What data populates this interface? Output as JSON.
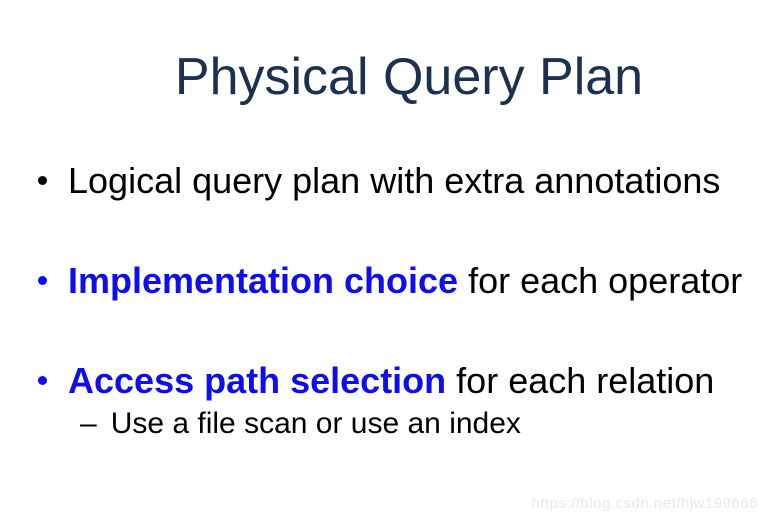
{
  "slide": {
    "title": "Physical Query Plan",
    "bullets": [
      {
        "bullet_color": "black",
        "segments": [
          {
            "text": "Logical query plan with extra annotations",
            "style": "normal"
          }
        ]
      },
      {
        "bullet_color": "blue",
        "segments": [
          {
            "text": "Implementation choice",
            "style": "bold-blue"
          },
          {
            "text": " for each operator",
            "style": "normal"
          }
        ]
      },
      {
        "bullet_color": "blue",
        "segments": [
          {
            "text": "Access path selection",
            "style": "bold-blue"
          },
          {
            "text": " for each relation",
            "style": "normal"
          }
        ],
        "sub_bullets": [
          {
            "dash": "–",
            "text": "Use a file scan or use an index"
          }
        ]
      }
    ],
    "watermark": "https://blog.csdn.net/hjw199666",
    "colors": {
      "background": "#ffffff",
      "title": "#1c3150",
      "body": "#000000",
      "accent_blue": "#0d0df0",
      "watermark": "#e9e9e9"
    }
  }
}
